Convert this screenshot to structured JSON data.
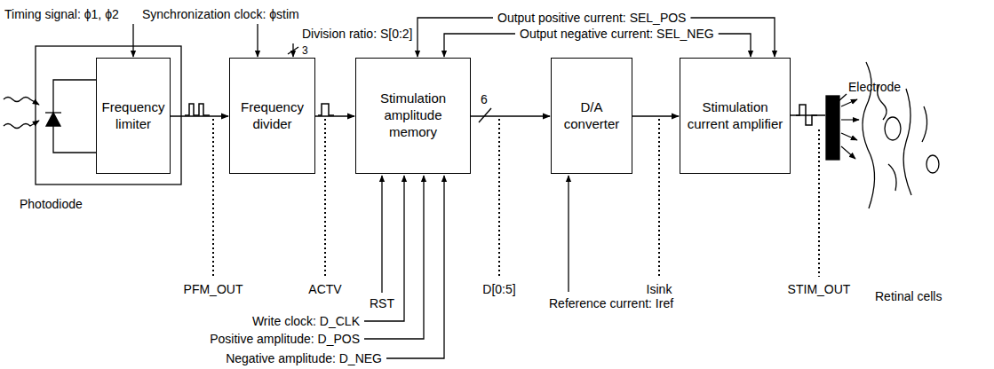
{
  "diagram": {
    "nodes": [
      {
        "text": [
          "Frequency limiter"
        ]
      },
      {
        "text": [
          "Frequency divider"
        ]
      },
      {
        "text": [
          "Stimulation amplitude memory"
        ]
      },
      {
        "text": [
          "D/A converter"
        ]
      },
      {
        "text": [
          "Stimulation current amplifier"
        ]
      }
    ],
    "edges": [
      {
        "from": 0,
        "to": 1,
        "arrow": "to"
      },
      {
        "from": 1,
        "to": 2,
        "arrow": "to"
      },
      {
        "from": 2,
        "to": 3,
        "arrow": "to"
      },
      {
        "from": 3,
        "to": 4,
        "arrow": "to"
      }
    ],
    "labels": [
      "Timing signal: ϕ1, ϕ2",
      "Synchronization clock: ϕstim",
      "Division ratio: S[0:2]",
      "3",
      "Output positive current: SEL_POS",
      "Output negative current: SEL_NEG",
      "6",
      "Electrode",
      "Retinal cells",
      "Photodiode",
      "PFM_OUT",
      "ACTV",
      "D[0:5]",
      "Isink",
      "STIM_OUT",
      "RST",
      "Write clock: D_CLK",
      "Positive amplitude: D_POS",
      "Negative amplitude: D_NEG",
      "Reference current: Iref"
    ]
  }
}
